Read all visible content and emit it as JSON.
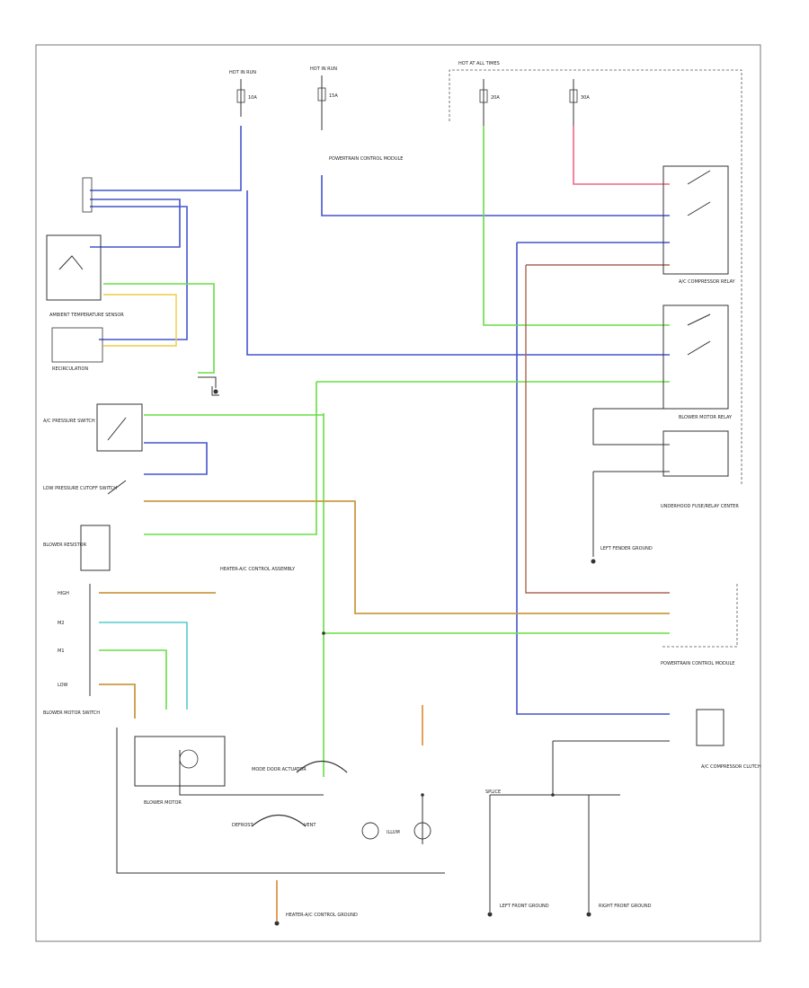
{
  "diagram": {
    "footer_code": "",
    "colors": {
      "blue": "#4455cc",
      "green": "#66dd44",
      "pink": "#ee6688",
      "brown": "#aa6655",
      "tan": "#cc9944",
      "yellow": "#eecc44",
      "cyan": "#55cccc",
      "orange": "#dd8833",
      "black": "#333333"
    },
    "labels": {
      "hot_run_left": "HOT IN RUN",
      "hot_run_center": "HOT IN RUN",
      "hot_all": "HOT AT ALL TIMES",
      "blower_switch_inputs": "",
      "ambient_sensor": "AMBIENT TEMPERATURE SENSOR",
      "recirc": "RECIRCULATION",
      "ac_pressure_switch": "A/C PRESSURE SWITCH",
      "low_pressure": "LOW PRESSURE CUTOFF SWITCH",
      "blower_motor_relay": "BLOWER MOTOR RELAY",
      "ac_compressor_relay": "A/C COMPRESSOR RELAY",
      "underhood_fuse": "UNDERHOOD FUSE/RELAY CENTER",
      "left_ground": "LEFT FENDER GROUND",
      "blower_resistor": "BLOWER RESISTOR",
      "pcm": "POWERTRAIN CONTROL MODULE",
      "heater_ac_control": "HEATER-A/C CONTROL ASSEMBLY",
      "blower_motor": "BLOWER MOTOR",
      "blower_switch": "BLOWER MOTOR SWITCH",
      "mode_door": "MODE DOOR ACTUATOR",
      "compressor": "A/C COMPRESSOR CLUTCH",
      "splice": "SPLICE",
      "ground_left": "LEFT FRONT GROUND",
      "ground_right": "RIGHT FRONT GROUND",
      "ground_bottom": "HEATER-A/C CONTROL GROUND",
      "lamp": "ILLUM",
      "defrost": "DEFROST",
      "vent": "VENT",
      "low": "LOW",
      "high": "HIGH",
      "med1": "M1",
      "med2": "M2",
      "fuse_10a": "10A",
      "fuse_15a": "15A",
      "fuse_20a": "20A",
      "fuse_30a": "30A"
    }
  }
}
